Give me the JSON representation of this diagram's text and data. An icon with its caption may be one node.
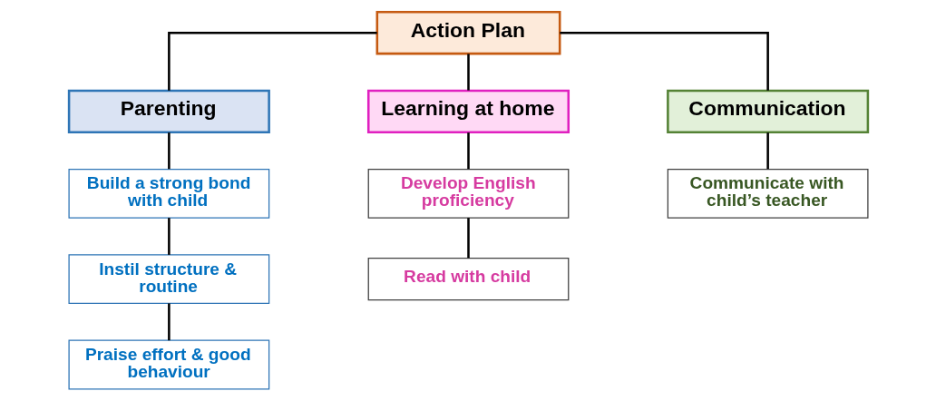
{
  "diagram": {
    "nodes": [
      {
        "text": [
          "Action Plan"
        ]
      },
      {
        "text": [
          "Parenting"
        ]
      },
      {
        "text": [
          "Learning at home"
        ]
      },
      {
        "text": [
          "Communication"
        ]
      },
      {
        "text": [
          "Build a strong bond with child"
        ]
      },
      {
        "text": [
          "Instil structure & routine"
        ]
      },
      {
        "text": [
          "Praise effort & good behaviour"
        ]
      },
      {
        "text": [
          "Develop English proficiency"
        ]
      },
      {
        "text": [
          "Read with child"
        ]
      },
      {
        "text": [
          "Communicate with child’s teacher"
        ]
      }
    ],
    "edges": [
      {
        "from": 0,
        "to": 1,
        "arrow": "none"
      },
      {
        "from": 0,
        "to": 2,
        "arrow": "none"
      },
      {
        "from": 0,
        "to": 3,
        "arrow": "none"
      },
      {
        "from": 1,
        "to": 4,
        "arrow": "none"
      },
      {
        "from": 4,
        "to": 5,
        "arrow": "none"
      },
      {
        "from": 5,
        "to": 6,
        "arrow": "none"
      },
      {
        "from": 2,
        "to": 7,
        "arrow": "none"
      },
      {
        "from": 7,
        "to": 8,
        "arrow": "none"
      },
      {
        "from": 3,
        "to": 9,
        "arrow": "none"
      }
    ]
  }
}
